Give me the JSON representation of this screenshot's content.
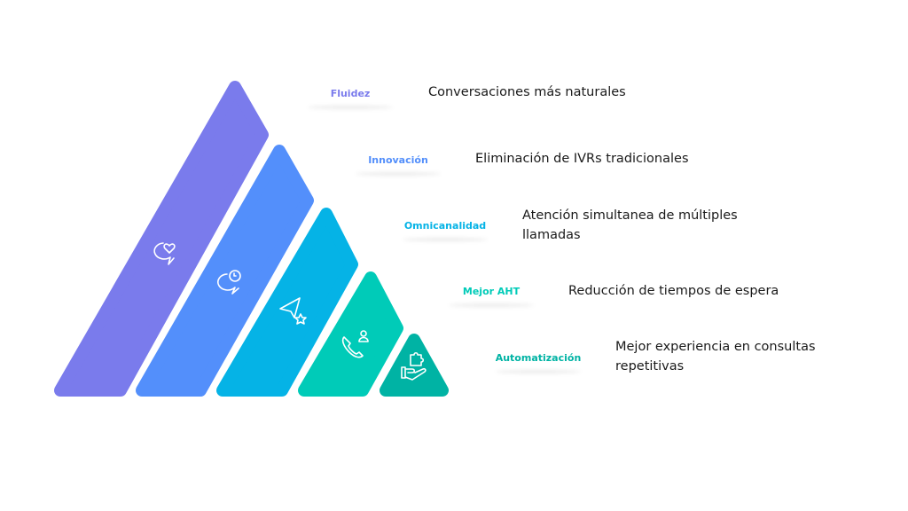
{
  "levels": [
    {
      "label": "Fluidez",
      "description": "Conversaciones más naturales",
      "color": "#7a7bec",
      "icon": "chat-heart-icon"
    },
    {
      "label": "Innovación",
      "description": "Eliminación de IVRs tradicionales",
      "color": "#538ffb",
      "icon": "chat-clock-icon"
    },
    {
      "label": "Omnicanalidad",
      "description": "Atención simultanea de múltiples llamadas",
      "color": "#05b3e6",
      "icon": "paper-plane-star-icon"
    },
    {
      "label": "Mejor AHT",
      "description": "Reducción de tiempos de espera",
      "color": "#00cbb8",
      "icon": "phone-user-icon"
    },
    {
      "label": "Automatización",
      "description": "Mejor experiencia en consultas repetitivas",
      "color": "#00b3a4",
      "icon": "hand-puzzle-icon"
    }
  ]
}
